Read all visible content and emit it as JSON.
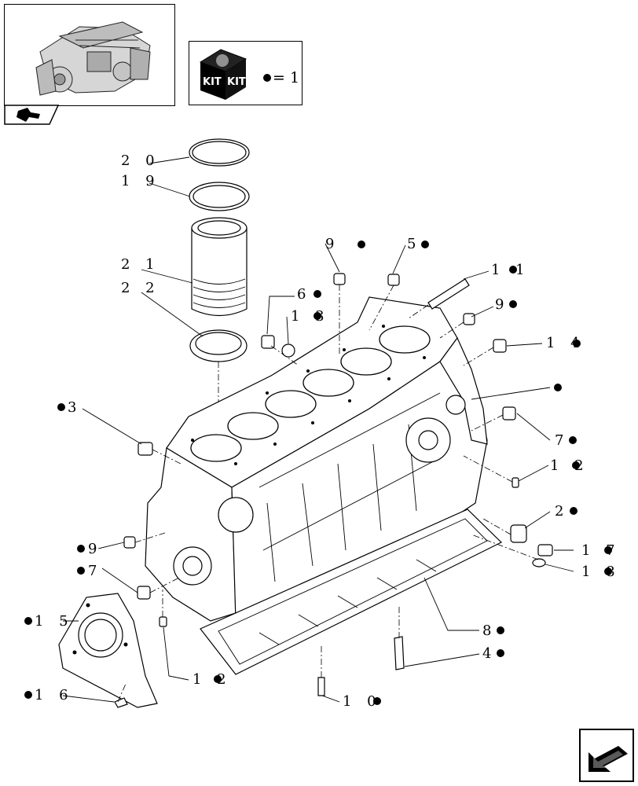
{
  "kit_legend": {
    "box_label_1": "KIT",
    "box_label_2": "KIT",
    "equation": "= 1"
  },
  "callouts": [
    {
      "id": "c20",
      "text": "2 0"
    },
    {
      "id": "c19",
      "text": "1 9"
    },
    {
      "id": "c21",
      "text": "2 1"
    },
    {
      "id": "c22",
      "text": "2 2"
    },
    {
      "id": "c9a",
      "text": "9"
    },
    {
      "id": "c5",
      "text": "5"
    },
    {
      "id": "c6",
      "text": "6"
    },
    {
      "id": "c13",
      "text": "1 3"
    },
    {
      "id": "c11",
      "text": "1 1"
    },
    {
      "id": "c9b",
      "text": "9"
    },
    {
      "id": "c14",
      "text": "1 4"
    },
    {
      "id": "c1",
      "text": ""
    },
    {
      "id": "c3",
      "text": "3"
    },
    {
      "id": "c7a",
      "text": "7"
    },
    {
      "id": "c12a",
      "text": "1 2"
    },
    {
      "id": "c2",
      "text": "2"
    },
    {
      "id": "c9c",
      "text": "9"
    },
    {
      "id": "c17",
      "text": "1 7"
    },
    {
      "id": "c7b",
      "text": "7"
    },
    {
      "id": "c18",
      "text": "1 8"
    },
    {
      "id": "c15",
      "text": "1 5"
    },
    {
      "id": "c8",
      "text": "8"
    },
    {
      "id": "c4",
      "text": "4"
    },
    {
      "id": "c16",
      "text": "1 6"
    },
    {
      "id": "c12b",
      "text": "1 2"
    },
    {
      "id": "c10",
      "text": "1 0"
    }
  ],
  "icons": {
    "thumbnail": "engine-thumbnail-icon",
    "kit": "kit-box-icon",
    "nav": "previous-page-arrow-icon",
    "next": "next-page-arrow-icon"
  }
}
